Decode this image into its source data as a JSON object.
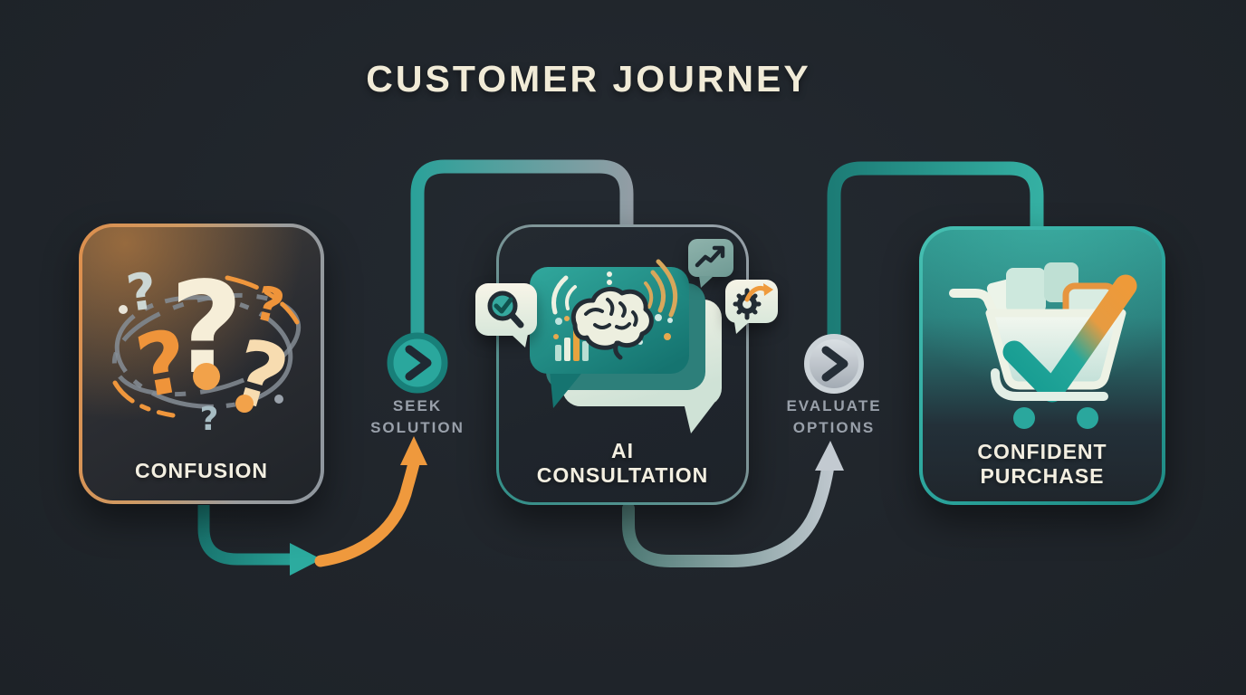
{
  "title": "CUSTOMER JOURNEY",
  "stages": [
    {
      "name": "confusion",
      "label": "CONFUSION",
      "icon": "question-marks-cluster",
      "accent": "#ef963c"
    },
    {
      "name": "ai-consultation",
      "label_line1": "AI",
      "label_line2": "CONSULTATION",
      "icon": "chat-bubbles-with-brain",
      "badges": [
        "search-check",
        "trend-up",
        "gear-progress"
      ],
      "accent": "#2aa79d"
    },
    {
      "name": "confident-purchase",
      "label_line1": "CONFIDENT",
      "label_line2": "PURCHASE",
      "icon": "cart-with-checkmark",
      "accent": "#2aa79d"
    }
  ],
  "connectors": [
    {
      "name": "seek-solution",
      "label_line1": "SEEK",
      "label_line2": "SOLUTION",
      "icon": "chevron-right",
      "node_color": "#2aa79d",
      "arrow_color": "#ef993d"
    },
    {
      "name": "evaluate-options",
      "label_line1": "EVALUATE",
      "label_line2": "OPTIONS",
      "icon": "chevron-right",
      "node_color": "#b9c1c9",
      "arrow_color": "#c0c8cf"
    }
  ],
  "colors": {
    "background": "#20252b",
    "teal": "#2aa79d",
    "orange": "#ef993d",
    "cream": "#f3eddc",
    "silver": "#b9c1c9",
    "label_gray": "#99a0aa"
  }
}
